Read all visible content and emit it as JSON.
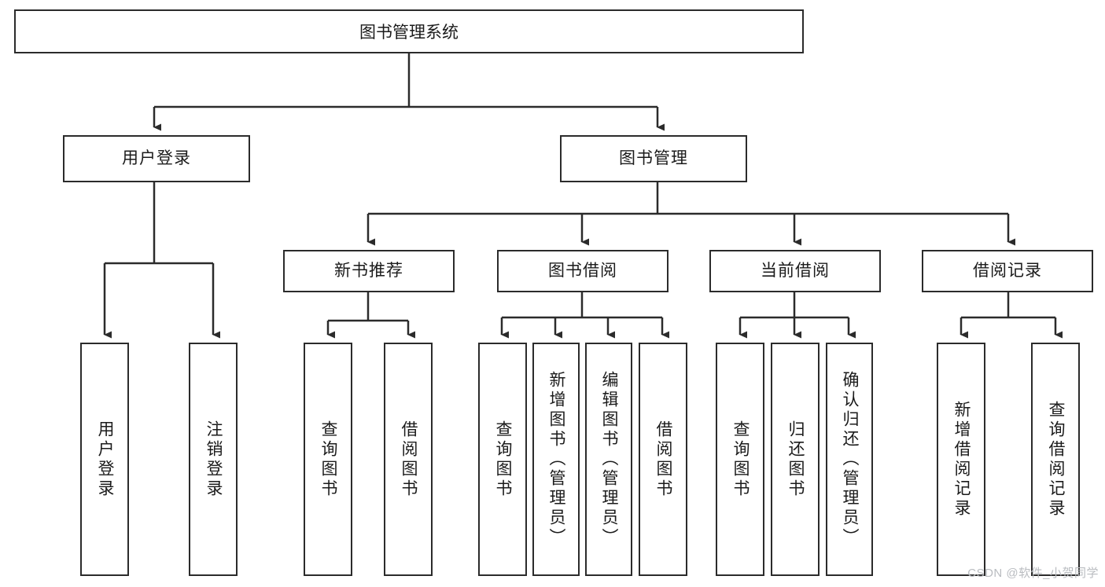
{
  "diagram": {
    "title": "图书管理系统",
    "type": "tree-hierarchy",
    "root": {
      "label": "图书管理系统"
    },
    "level1": [
      {
        "id": "user-login",
        "label": "用户登录"
      },
      {
        "id": "book-manage",
        "label": "图书管理"
      }
    ],
    "level2": [
      {
        "id": "new-book-rec",
        "label": "新书推荐",
        "parent": "book-manage"
      },
      {
        "id": "book-borrow",
        "label": "图书借阅",
        "parent": "book-manage"
      },
      {
        "id": "current-borrow",
        "label": "当前借阅",
        "parent": "book-manage"
      },
      {
        "id": "borrow-record",
        "label": "借阅记录",
        "parent": "book-manage"
      }
    ],
    "leaves": {
      "user_login": [
        {
          "id": "leaf-user-login",
          "label": "用户登录"
        },
        {
          "id": "leaf-logout",
          "label": "注销登录"
        }
      ],
      "new_book_rec": [
        {
          "id": "leaf-query-book-1",
          "label": "查询图书"
        },
        {
          "id": "leaf-borrow-book-1",
          "label": "借阅图书"
        }
      ],
      "book_borrow": [
        {
          "id": "leaf-query-book-2",
          "label": "查询图书"
        },
        {
          "id": "leaf-add-book",
          "label": "新增图书（管理员）"
        },
        {
          "id": "leaf-edit-book",
          "label": "编辑图书（管理员）"
        },
        {
          "id": "leaf-borrow-book-2",
          "label": "借阅图书"
        }
      ],
      "current_borrow": [
        {
          "id": "leaf-query-book-3",
          "label": "查询图书"
        },
        {
          "id": "leaf-return-book",
          "label": "归还图书"
        },
        {
          "id": "leaf-confirm-return",
          "label": "确认归还（管理员）"
        }
      ],
      "borrow_record": [
        {
          "id": "leaf-add-record",
          "label": "新增借阅记录"
        },
        {
          "id": "leaf-query-record",
          "label": "查询借阅记录"
        }
      ]
    }
  },
  "watermark": {
    "text": "CSDN @软件_小贺同学"
  },
  "colors": {
    "stroke": "#2b2b2b",
    "fill": "#ffffff",
    "text": "#1b1b1b",
    "watermark": "#b9bcc0"
  }
}
